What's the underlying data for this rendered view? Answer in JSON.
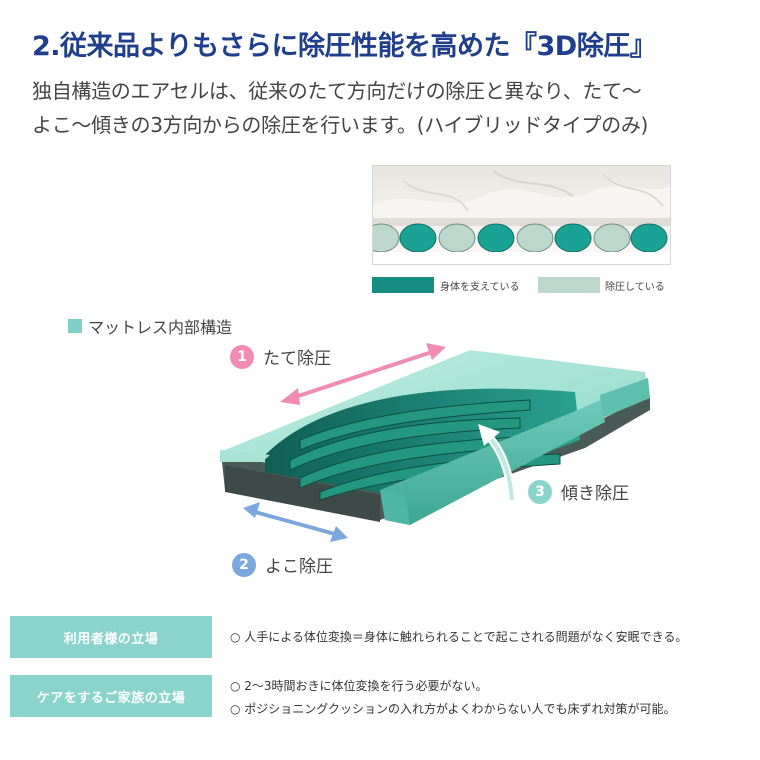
{
  "title": "2.従来品よりもさらに除圧性能を高めた『3D除圧』",
  "lead": [
    "独自構造のエアセルは、従来のたて方向だけの除圧と異なり、たて〜",
    "よこ〜傾きの3方向からの除圧を行います。(ハイブリッドタイプのみ)"
  ],
  "legend": {
    "supporting": {
      "label": "身体を支えている",
      "color": "#178c82"
    },
    "relieving": {
      "label": "除圧している",
      "color": "#bcd8cc"
    }
  },
  "section_label": "マットレス内部構造",
  "directions": [
    {
      "num": "1",
      "label": "たて除圧",
      "color": "#f08cb4"
    },
    {
      "num": "2",
      "label": "よこ除圧",
      "color": "#7ba7dc"
    },
    {
      "num": "3",
      "label": "傾き除圧",
      "color": "#8ad4cd"
    }
  ],
  "rows": [
    {
      "header": "利用者様の立場",
      "items": [
        "○ 人手による体位変換＝身体に触れられることで起こされる問題がなく安眠できる。"
      ]
    },
    {
      "header": "ケアをするご家族の立場",
      "items": [
        "○ 2〜3時間おきに体位変換を行う必要がない。",
        "○ ポジショニングクッションの入れ方がよくわからない人でも床ずれ対策が可能。"
      ]
    }
  ],
  "colors": {
    "title": "#1f3f8c",
    "cover": "#9edfd1",
    "cell_dark": "#1a7f72",
    "base": "#4a5a57"
  }
}
